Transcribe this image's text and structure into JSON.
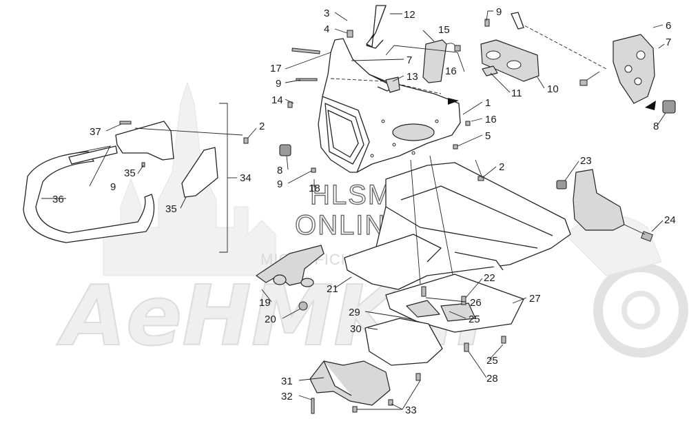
{
  "watermark": {
    "line1": "HLSM",
    "line2": "ONLINE",
    "line3": "MICROFICHE",
    "logo": "AeHMKm"
  },
  "callouts": [
    {
      "id": "c3",
      "label": "3"
    },
    {
      "id": "c4",
      "label": "4"
    },
    {
      "id": "c12",
      "label": "12"
    },
    {
      "id": "c9a",
      "label": "9"
    },
    {
      "id": "c6",
      "label": "6"
    },
    {
      "id": "c7a",
      "label": "7"
    },
    {
      "id": "c15",
      "label": "15"
    },
    {
      "id": "c17",
      "label": "17"
    },
    {
      "id": "c7b",
      "label": "7"
    },
    {
      "id": "c16a",
      "label": "16"
    },
    {
      "id": "c9b",
      "label": "9"
    },
    {
      "id": "c13",
      "label": "13"
    },
    {
      "id": "c10",
      "label": "10"
    },
    {
      "id": "c11",
      "label": "11"
    },
    {
      "id": "c14",
      "label": "14"
    },
    {
      "id": "c1",
      "label": "1"
    },
    {
      "id": "c8a",
      "label": "8"
    },
    {
      "id": "c37",
      "label": "37"
    },
    {
      "id": "c2a",
      "label": "2"
    },
    {
      "id": "c16b",
      "label": "16"
    },
    {
      "id": "c5",
      "label": "5"
    },
    {
      "id": "c35a",
      "label": "35"
    },
    {
      "id": "c8b",
      "label": "8"
    },
    {
      "id": "c9c",
      "label": "9"
    },
    {
      "id": "c2b",
      "label": "2"
    },
    {
      "id": "c23",
      "label": "23"
    },
    {
      "id": "c9d",
      "label": "9"
    },
    {
      "id": "c34",
      "label": "34"
    },
    {
      "id": "c18",
      "label": "18"
    },
    {
      "id": "c36",
      "label": "36"
    },
    {
      "id": "c35b",
      "label": "35"
    },
    {
      "id": "c24",
      "label": "24"
    },
    {
      "id": "c22",
      "label": "22"
    },
    {
      "id": "c21",
      "label": "21"
    },
    {
      "id": "c19",
      "label": "19"
    },
    {
      "id": "c26",
      "label": "26"
    },
    {
      "id": "c27",
      "label": "27"
    },
    {
      "id": "c20",
      "label": "20"
    },
    {
      "id": "c25a",
      "label": "25"
    },
    {
      "id": "c29",
      "label": "29"
    },
    {
      "id": "c30",
      "label": "30"
    },
    {
      "id": "c25b",
      "label": "25"
    },
    {
      "id": "c28",
      "label": "28"
    },
    {
      "id": "c31",
      "label": "31"
    },
    {
      "id": "c32",
      "label": "32"
    },
    {
      "id": "c33",
      "label": "33"
    }
  ]
}
